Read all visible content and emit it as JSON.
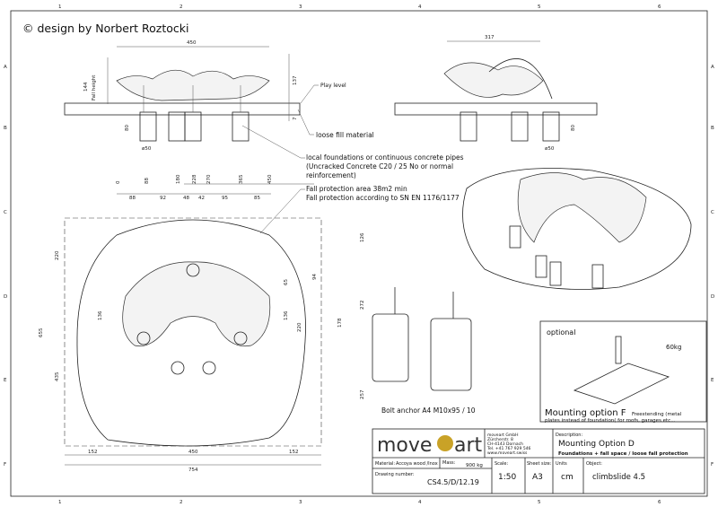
{
  "copyright": "© design by Norbert Roztocki",
  "grid": {
    "columns": [
      "1",
      "2",
      "3",
      "4",
      "5",
      "6"
    ],
    "rows": [
      "A",
      "B",
      "C",
      "D",
      "E",
      "F"
    ]
  },
  "elevation_front": {
    "width": "450",
    "fall_height_value": "144",
    "fall_height_label": "Fall height",
    "height_137": "137",
    "depth_7": "7",
    "foundation_depth": "80",
    "foundation_dia": "ø50"
  },
  "elevation_side": {
    "width": "317",
    "foundation_depth": "80",
    "foundation_dia": "ø50"
  },
  "annotations": {
    "play_level": "Play level",
    "loose_fill": "loose fill material",
    "foundations_line1": "local foundations or continuous concrete pipes",
    "foundations_line2": "(Uncracked Concrete C20 / 25 No or normal",
    "foundations_line3": "reinforcement)",
    "fall_area_line1": "Fall protection area 38m2 min",
    "fall_area_line2": "Fall protection according to SN EN 1176/1177"
  },
  "plan": {
    "top_cumulative": [
      "0",
      "88",
      "180",
      "228",
      "270",
      "365",
      "450"
    ],
    "top_segments": [
      "88",
      "92",
      "48",
      "42",
      "95",
      "85"
    ],
    "bottom_segments": [
      "152",
      "450",
      "152"
    ],
    "bottom_total": "754",
    "left_dims": [
      "655",
      "435",
      "220"
    ],
    "inner_left": "136",
    "inner_right": [
      "136",
      "220",
      "65",
      "94",
      "178"
    ],
    "right_dims": [
      "126",
      "272",
      "257"
    ]
  },
  "bolt_anchor": "Bolt anchor A4 M10x95 / 10",
  "optional_box": {
    "label": "optional",
    "weight": "60kg",
    "title": "Mounting option F",
    "subtitle": "Freestending (metal",
    "line2": "plates instead of foundation( for roofs, garages etc..."
  },
  "title_block": {
    "logo_left": "move",
    "logo_right": "art",
    "brand_color": "#c9a227",
    "company": [
      "moveart GmbH",
      "Zürcherstr. 8",
      "CH-4143 Dornach",
      "Tel. +41 767 929 546",
      "www.moveart.swiss"
    ],
    "description_label": "Description:",
    "description": "Mounting Option D",
    "description_sub": "Foundations + fall space / loose fall protection",
    "material_label": "Material:",
    "material": "Accoya wood /Inox",
    "mass_label": "Mass:",
    "mass": "900 kg",
    "drawing_number_label": "Drawing number:",
    "drawing_number": "CS4.5/D/12.19",
    "scale_label": "Scale:",
    "scale": "1:50",
    "sheet_label": "Sheet size:",
    "sheet": "A3",
    "units_label": "Units",
    "units": "cm",
    "object_label": "Object:",
    "object": "climbslide 4.5"
  }
}
